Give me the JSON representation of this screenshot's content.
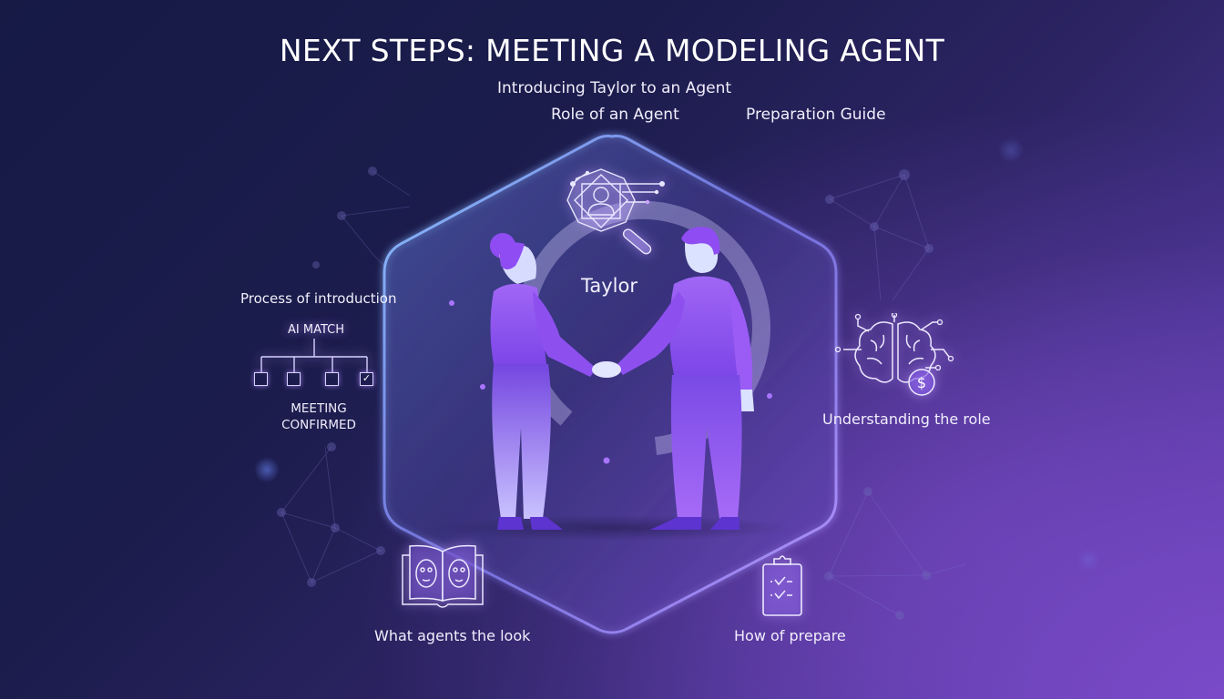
{
  "title": "NEXT STEPS: MEETING A MODELING AGENT",
  "subtitles": {
    "introducing": "Introducing Taylor to an Agent",
    "role": "Role of an Agent",
    "preparation": "Preparation Guide"
  },
  "center": {
    "name": "Taylor",
    "icon": "agent-search-icon",
    "illustration": "handshake-illustration"
  },
  "process": {
    "label": "Process of introduction",
    "root": "AI MATCH",
    "steps": [
      {
        "state": "unchecked"
      },
      {
        "state": "unchecked"
      },
      {
        "state": "unchecked"
      },
      {
        "state": "checked"
      }
    ],
    "result_line1": "MEETING",
    "result_line2": "CONFIRMED"
  },
  "features": [
    {
      "label": "Understanding the role",
      "icon": "brain-dollar-icon"
    },
    {
      "label": "What agents the look",
      "icon": "face-book-icon"
    },
    {
      "label": "How of prepare",
      "icon": "clipboard-checklist-icon"
    }
  ],
  "colors": {
    "bg_dark": "#161a45",
    "bg_purple": "#6a44bb",
    "accent": "#8b5cf6",
    "hex_edge": "#7fb2ff",
    "text": "#ffffff"
  }
}
